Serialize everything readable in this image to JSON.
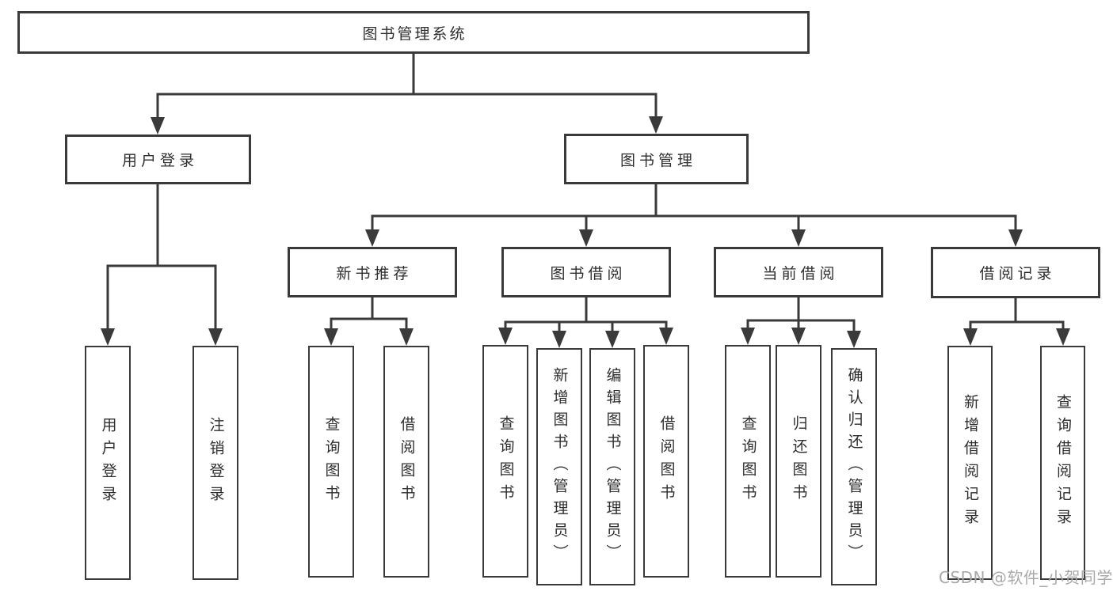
{
  "diagram": {
    "colors": {
      "line": "#3a3a3a",
      "box_border": "#3a3a3a",
      "text": "#2e2e2e",
      "watermark_text": "#a9a9a9",
      "background": "#ffffff"
    },
    "nodes": {
      "root": {
        "label": "图书管理系统"
      },
      "user_login": {
        "label": "用户登录"
      },
      "book_mgmt": {
        "label": "图书管理"
      },
      "new_book_rec": {
        "label": "新书推荐"
      },
      "book_borrow": {
        "label": "图书借阅"
      },
      "current_borrow": {
        "label": "当前借阅"
      },
      "borrow_records": {
        "label": "借阅记录"
      },
      "ul_user_login": {
        "label": "用户登录"
      },
      "ul_logout": {
        "label": "注销登录"
      },
      "nbr_query_books": {
        "label": "查询图书"
      },
      "nbr_borrow_books": {
        "label": "借阅图书"
      },
      "bb_query_books": {
        "label": "查询图书"
      },
      "bb_add_books": {
        "label": "新增图书（管理员）"
      },
      "bb_edit_books": {
        "label": "编辑图书（管理员）"
      },
      "bb_borrow_books": {
        "label": "借阅图书"
      },
      "cb_query_books": {
        "label": "查询图书"
      },
      "cb_return_books": {
        "label": "归还图书"
      },
      "cb_confirm_return": {
        "label": "确认归还（管理员）"
      },
      "br_add_record": {
        "label": "新增借阅记录"
      },
      "br_query_record": {
        "label": "查询借阅记录"
      }
    },
    "watermark": "CSDN @软件_小贺同学"
  }
}
